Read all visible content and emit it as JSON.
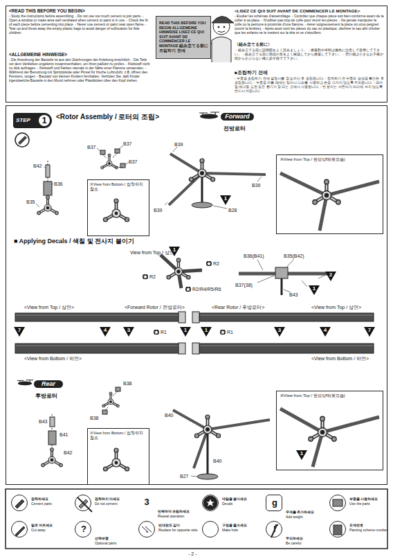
{
  "diagram": {
    "title": "<Rotor Assembly / 로터의 조립>",
    "nodes": [
      {
        "text": [
          "<READ THIS BEFORE YOU BEGIN>",
          "- Study the instructions before assembling. - Do not use too much cement to join parts. - Open a window or make area well ventilated when cement or paint is in use. - Check the fit of each piece before cementing into place. - Never use cement or paint near open flame. - Tear up and throw away the empty plastic bags to avoid danger of suffocation for little children",
          "<ALLGEMEINE HINWEISE>",
          "- Die Anordnung der Bauteile ist aus den Zeichnungen der Anleitung ersichtlich. - Die Teile vor dem Verkleben ungeleimt zusammenhalten, um ihren paßsitz zu prüfen. - Klebstoff nicht zu dick auftragen. - Klebstoff und Farben niemals in der Nähe einer Flamme verwenden. - Während der Benutzung mit Spritzpistole oder Pinsel für frische Luftzufuhr, z.B. öffnen des Fensters, sorgen. - Bausatz von kleinen Kindern fernhalten. Verhüten Sie, daß Kinder irgendwelche Bauteile in den Mund nehmen oder Plastiktüten über den Kopf ziehen.",
          "<LISEZ CE QUI SUIT AVANT DE COMMENCER LE MONTAGE>",
          "- Etudier les schémas d'assemblage. - Contrôler que chaque pièce soit bien conforme avant de la coller à sa place. - N'utiliser pas trop de colle pour réunir les pièces. - Ne jamais manipuler la colle ou la peinture à proximité d'une flamme. - Aérer soigneusement la pièce où vous peignez (ouvrir la fenêtre). - Après avoir sorti les pièces du sac en plastique, déchirer le sac afin d'éviter que les enfants ne le mettent sur la tête et ne s'étouffent.",
          "〈組み立てる前に〉",
          "・組み立てる前に説明図をよく読みましょう。・接着剤や塗料は換気に注意して使用して下さい。・組み立てる前に部品の形をよく確認してから接着して下さい。・空の袋は小さなお子様が頭からかぶらない様に必ず捨てて下さい。",
          "■조립하기 전에",
          "- 부품을 조립하기 전에 설명서를 잘 읽으신 후 조립합니다. - 접착하기 전 부품의 모양을 확인한 후 조립합니다. - 부품을 자를 때에는 칼이나 니퍼를 사용하고 손을 다치지 않도록 주의합니다. - 래커 및 에나멜 도료 등은 환기가 잘 되는 곳에서 사용합니다. - 빈 봉지는 어린이가 머리에 쓰지 않도록 반드시 버립니다."
        ]
      },
      {
        "text": [
          "READ THIS BEFORE YOU BEGIN ALLGEMEINE HINWEISE LISEZ CE QUI SUIT AVANT DE COMMENCER LE MONTAGE 組み立てる前に 조립하기 전에"
        ],
        "in": 0
      },
      {
        "text": [
          "<Rotor Assembly / 로터의 조립>"
        ]
      },
      {
        "text": [
          "STEP",
          "1"
        ],
        "in": 2
      },
      {
        "text": [
          "Forward",
          "전방로터"
        ],
        "in": 2
      },
      {
        "text": [
          "※View from Bottom / 접착위치 참조"
        ],
        "in": 2
      },
      {
        "text": [
          "※View from Top / 완성상태(윗모습)"
        ],
        "in": 2
      },
      {
        "text": [
          "Rear",
          "후방로터"
        ],
        "in": 2
      },
      {
        "text": [
          "※View from Bottom / 접착위치 참조"
        ],
        "in": 2
      },
      {
        "text": [
          "※View from Top / 완성상태(윗모습)"
        ],
        "in": 2
      },
      {
        "text": [
          "접착하세요",
          "Cement parts"
        ]
      },
      {
        "text": [
          "접착하지 마세요",
          "Do not cement"
        ]
      },
      {
        "text": [
          "3",
          "반복하여 조립하세요",
          "Repeat operation"
        ]
      },
      {
        "text": [
          "데칼을 붙이세요",
          "Decals"
        ]
      },
      {
        "text": [
          "g",
          "무게를 추가하세요",
          "Add weight"
        ]
      },
      {
        "text": [
          "부품을 사용하세요",
          "Use the parts"
        ]
      },
      {
        "text": [
          "칼로 자르세요",
          "Cut away"
        ]
      },
      {
        "text": [
          "?",
          "선택부품",
          "Optional parts"
        ]
      },
      {
        "text": [
          "반대편도 같이",
          "Replace for opposite side"
        ]
      },
      {
        "text": [
          "구멍을 뚫으세요",
          "Make hole"
        ]
      },
      {
        "text": [
          "!",
          "주의하세요",
          "Be careful"
        ]
      },
      {
        "text": [
          "도색번호",
          "Painting scheme number"
        ]
      }
    ],
    "labels": [
      "■ Applying Decals / 색칠 및 전사지 붙이기",
      "B37",
      "B37",
      "B37",
      "B42",
      "B36",
      "B35",
      "B39",
      "B39",
      "B39",
      "1",
      "B28",
      "View from Top / 상면",
      "R2",
      "R2",
      "R2/R4/R5/R6",
      "1",
      "B36(B41)",
      "B35(B42)",
      "B37(38)",
      "B43",
      "2",
      "1",
      "<View from Top / 상면>",
      "<Forward Rotor / 전방로터>",
      "<Rear Rotor / 후방로터>",
      "<View from Top / 상면>",
      "<View from Bottom / 하면>",
      "<View from Bottom / 하면>",
      "7",
      "4",
      "3",
      "R1",
      "1",
      "1",
      "R1",
      "3",
      "4",
      "7",
      "B38",
      "B38",
      "B43",
      "B41",
      "B42",
      "B40",
      "B40",
      "B27",
      "1",
      "- 2 -"
    ]
  }
}
